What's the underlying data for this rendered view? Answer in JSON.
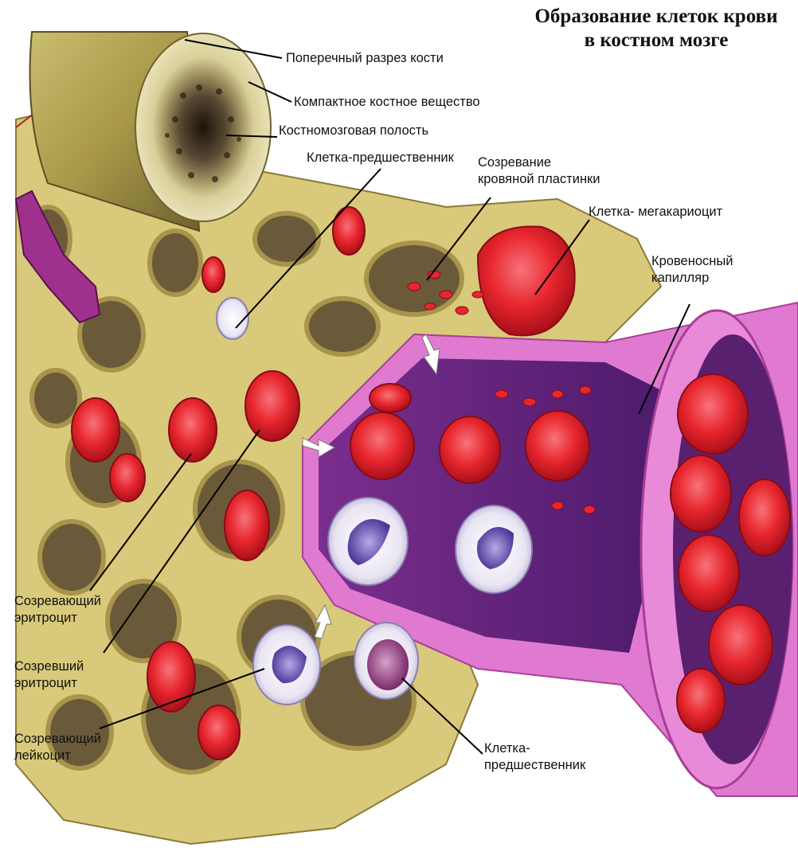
{
  "title": {
    "line1": "Образование клеток крови",
    "line2": "в костном мозге"
  },
  "labels": {
    "bone_cross_section": "Поперечный разрез кости",
    "compact_bone": "Компактное костное вещество",
    "marrow_cavity": "Костномозговая полость",
    "progenitor_top": "Клетка-предшественник",
    "platelet_maturation": {
      "line1": "Созревание",
      "line2": "кровяной пластинки"
    },
    "megakaryocyte": "Клетка- мегакариоцит",
    "capillary": {
      "line1": "Кровеносный",
      "line2": "капилляр"
    },
    "maturing_erythrocyte": {
      "line1": "Созревающий",
      "line2": "эритроцит"
    },
    "mature_erythrocyte": {
      "line1": "Созревший",
      "line2": "эритроцит"
    },
    "maturing_leukocyte": {
      "line1": "Созревающий",
      "line2": "лейкоцит"
    },
    "progenitor_bottom": {
      "line1": "Клетка-",
      "line2": "предшественник"
    }
  },
  "colors": {
    "bone": "#e7d98a",
    "bone_dark": "#8a7a3a",
    "marrow_shadow": "#4a3a22",
    "capillary_wall": "#e07ad0",
    "capillary_lumen": "#6a2a8a",
    "erythrocyte": "#e8262e",
    "leukocyte_nucleus": "#6a4fb0",
    "megakaryocyte": "#d9202e"
  }
}
